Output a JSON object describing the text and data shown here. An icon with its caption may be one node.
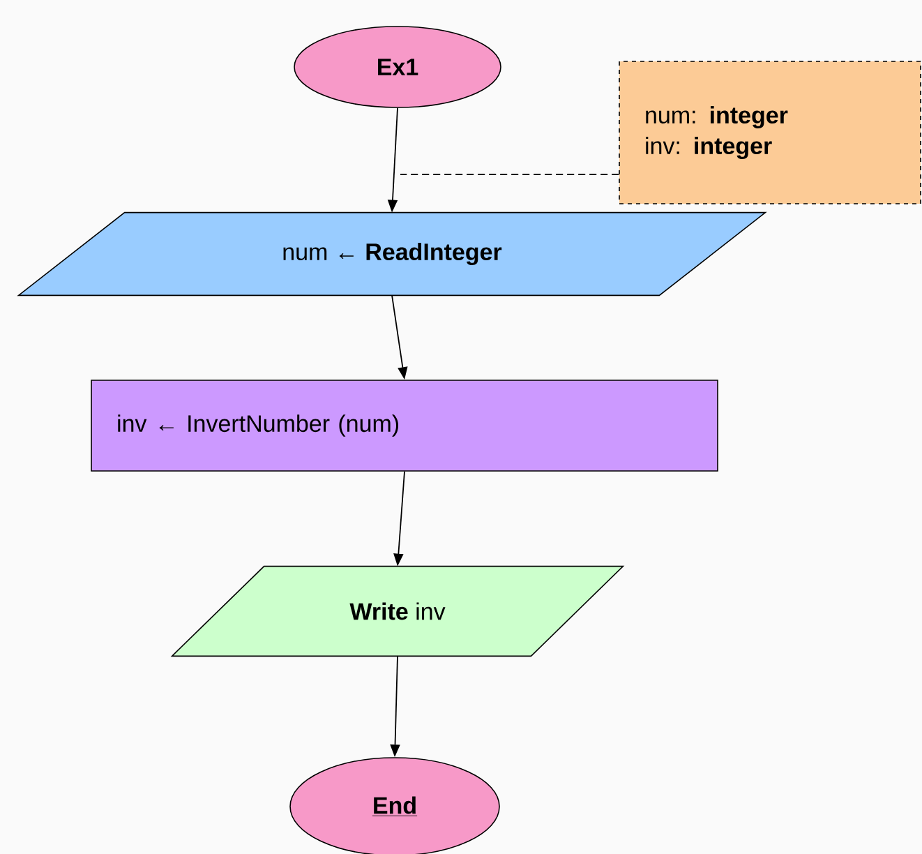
{
  "diagram": {
    "nodes": [
      {
        "text": [
          "Ex1"
        ]
      },
      {
        "text": [
          "num: **integer**",
          "inv: **integer**"
        ]
      },
      {
        "text": [
          "num ← **ReadInteger**"
        ]
      },
      {
        "text": [
          "inv ← InvertNumber (num)"
        ]
      },
      {
        "text": [
          "**Write** inv"
        ]
      },
      {
        "text": [
          "End"
        ]
      }
    ],
    "edges": [
      {
        "from": 0,
        "to": 2,
        "arrow": "to"
      },
      {
        "from": 1,
        "to": null,
        "arrow": "none",
        "style": "dashed"
      },
      {
        "from": 2,
        "to": 3,
        "arrow": "to"
      },
      {
        "from": 3,
        "to": 4,
        "arrow": "to"
      },
      {
        "from": 4,
        "to": 5,
        "arrow": "to"
      }
    ]
  }
}
